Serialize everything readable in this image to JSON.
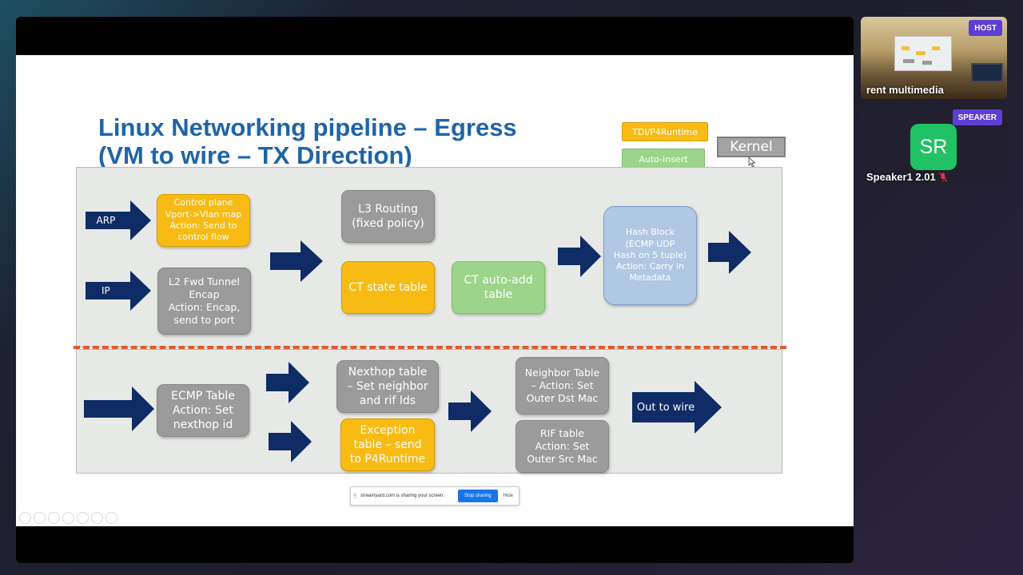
{
  "slide": {
    "title_line1": "Linux Networking pipeline – Egress",
    "title_line2": "(VM to wire – TX Direction)",
    "legend": {
      "tdi": "TDI/P4Runtime",
      "auto_insert": "Auto-insert",
      "kernel": "Kernel"
    },
    "colors": {
      "yellow": "#f7bb14",
      "gray": "#9b9b9b",
      "green": "#9bd48a",
      "blue": "#b1c8e4",
      "arrow": "#0f2c66",
      "title": "#1f64a8",
      "dash": "#e25a2c"
    },
    "top": {
      "arrow_arp": "ARP",
      "arrow_ip": "IP",
      "control_plane": "Control plane\nVport->Vlan map\nAction: Send to\ncontrol flow",
      "l2_fwd": "L2 Fwd Tunnel\nEncap\nAction: Encap,\nsend to port",
      "l3_routing": "L3 Routing\n(fixed policy)",
      "ct_state": "CT state table",
      "ct_auto_add": "CT auto-add\ntable",
      "hash_block": "Hash Block\n(ECMP UDP\nHash on 5 tuple)\nAction: Carry in\nMetadata"
    },
    "bottom": {
      "ecmp_table": "ECMP Table\nAction: Set\nnexthop id",
      "nexthop_table": "Nexthop table\n– Set neighbor\nand rif Ids",
      "exception_table": "Exception\ntable – send\nto P4Runtime",
      "neighbor_table": "Neighbor Table\n– Action: Set\nOuter Dst Mac",
      "rif_table": "RIF table\nAction: Set\nOuter Src Mac",
      "out_to_wire": "Out to wire"
    }
  },
  "share_bar": {
    "grip": "⠿",
    "message": "streamyard.com is sharing your screen.",
    "stop": "Stop sharing",
    "hide": "Hide"
  },
  "participants": {
    "host": {
      "badge": "HOST",
      "name": "rent multimedia"
    },
    "speaker": {
      "badge": "SPEAKER",
      "initials": "SR",
      "name": "Speaker1 2.01"
    }
  }
}
